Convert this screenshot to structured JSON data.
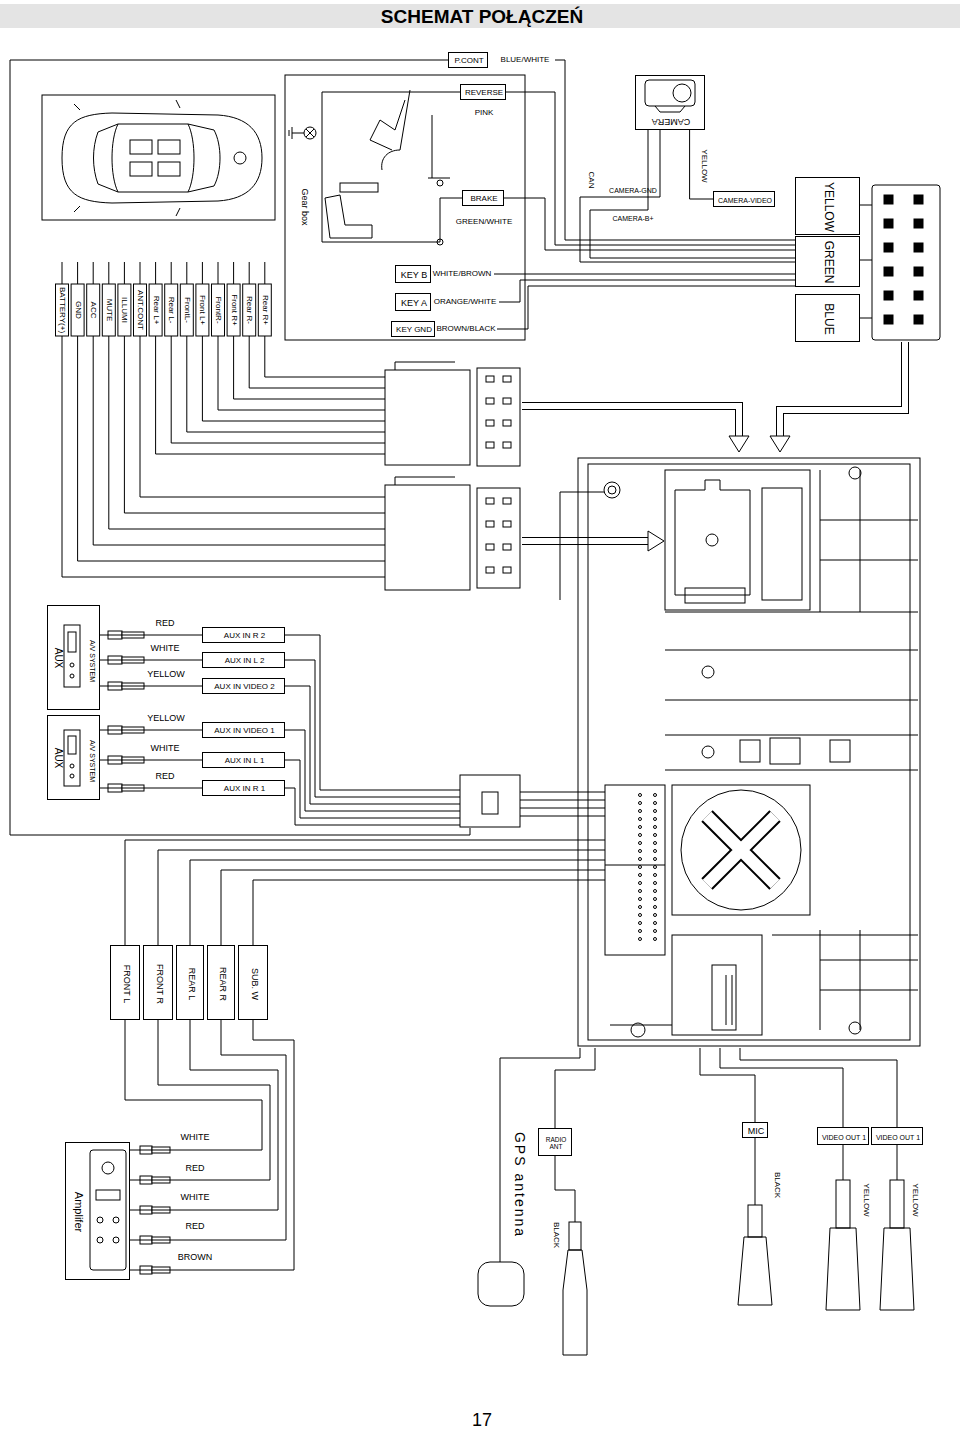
{
  "diagram": {
    "title": "SCHEMAT POŁĄCZEŃ",
    "nodes": [
      {
        "text": [
          "P.CONT"
        ]
      },
      {
        "text": [
          "REVERSE"
        ]
      },
      {
        "text": [
          "CAMERA"
        ]
      },
      {
        "text": [
          "BRAKE"
        ]
      },
      {
        "text": [
          "CAMERA-VIDEO"
        ]
      },
      {
        "text": [
          "YELLOW"
        ]
      },
      {
        "text": [
          "GREEN"
        ]
      },
      {
        "text": [
          "BLUE"
        ]
      },
      {
        "text": [
          "KEY B"
        ]
      },
      {
        "text": [
          "KEY A"
        ]
      },
      {
        "text": [
          "KEY GND"
        ]
      },
      {
        "text": [
          "AUX",
          "A/V SYSTEM"
        ]
      },
      {
        "text": [
          "AUX IN R 2"
        ]
      },
      {
        "text": [
          "AUX IN L 2"
        ]
      },
      {
        "text": [
          "AUX IN VIDEO 2"
        ]
      },
      {
        "text": [
          "AUX",
          "A/V SYSTEM"
        ]
      },
      {
        "text": [
          "AUX IN VIDEO 1"
        ]
      },
      {
        "text": [
          "AUX IN L 1"
        ]
      },
      {
        "text": [
          "AUX IN R 1"
        ]
      },
      {
        "text": [
          "FRONT L"
        ]
      },
      {
        "text": [
          "FRONT R"
        ]
      },
      {
        "text": [
          "REAR L"
        ]
      },
      {
        "text": [
          "REAR R"
        ]
      },
      {
        "text": [
          "SUB. W"
        ]
      },
      {
        "text": [
          "Amplifer"
        ]
      },
      {
        "text": [
          "RADIO ANT"
        ]
      },
      {
        "text": [
          "MIC"
        ]
      },
      {
        "text": [
          "VIDEO OUT 1"
        ]
      },
      {
        "text": [
          "VIDEO OUT 1"
        ]
      }
    ],
    "edges": [
      {
        "from": 2,
        "to": 4,
        "arrow": "none"
      },
      {
        "from": 11,
        "to": 12,
        "arrow": "none"
      },
      {
        "from": 11,
        "to": 13,
        "arrow": "none"
      },
      {
        "from": 11,
        "to": 14,
        "arrow": "none"
      },
      {
        "from": 15,
        "to": 16,
        "arrow": "none"
      },
      {
        "from": 15,
        "to": 17,
        "arrow": "none"
      },
      {
        "from": 15,
        "to": 18,
        "arrow": "none"
      },
      {
        "from": 24,
        "to": 19,
        "arrow": "none"
      },
      {
        "from": 24,
        "to": 20,
        "arrow": "none"
      },
      {
        "from": 24,
        "to": 21,
        "arrow": "none"
      },
      {
        "from": 24,
        "to": 22,
        "arrow": "none"
      },
      {
        "from": 24,
        "to": 23,
        "arrow": "none"
      }
    ],
    "labels": [
      "BLUE/WHITE",
      "PINK",
      "Gear box",
      "GREEN/WHITE",
      "CAN",
      "CAMERA-GND",
      "YELLOW",
      "CAMERA-B+",
      "WHITE/BROWN",
      "ORANGE/WHITE",
      "BROWN/BLACK",
      "BATTERY(+)",
      "GND",
      "ACC",
      "MUTE",
      "ILLUMI",
      "ANT.CONT",
      "Rear L+",
      "Rear L-",
      "FrontL-",
      "Front L+",
      "FrontR-",
      "Front R+",
      "Rear R-",
      "Rear R+",
      "RED",
      "WHITE",
      "YELLOW",
      "YELLOW",
      "WHITE",
      "RED",
      "WHITE",
      "RED",
      "WHITE",
      "RED",
      "BROWN",
      "GPS antenna",
      "BLACK",
      "BLACK",
      "YELLOW",
      "YELLOW",
      "17"
    ]
  }
}
